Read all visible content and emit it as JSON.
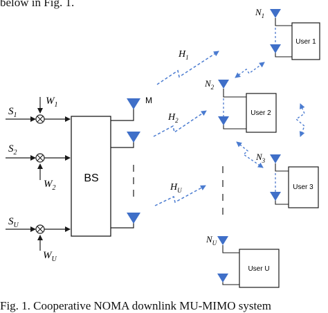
{
  "top_text": "below in Fig. 1.",
  "caption": "Fig. 1. Cooperative NOMA downlink MU-MIMO system",
  "base_station": {
    "label": "BS"
  },
  "inputs": [
    {
      "signal": "S",
      "signal_sub": "1",
      "weight": "W",
      "weight_sub": "1"
    },
    {
      "signal": "S",
      "signal_sub": "2",
      "weight": "W",
      "weight_sub": "2"
    },
    {
      "signal": "S",
      "signal_sub": "U",
      "weight": "W",
      "weight_sub": "U"
    }
  ],
  "bs_antenna_label": "M",
  "channels": [
    {
      "label": "H",
      "sub": "1"
    },
    {
      "label": "H",
      "sub": "2"
    },
    {
      "label": "H",
      "sub": "U"
    }
  ],
  "users": [
    {
      "label": "User 1",
      "antenna": "N",
      "antenna_sub": "1"
    },
    {
      "label": "User 2",
      "antenna": "N",
      "antenna_sub": "2"
    },
    {
      "label": "User 3",
      "antenna": "N",
      "antenna_sub": "3"
    },
    {
      "label": "User U",
      "antenna": "N",
      "antenna_sub": "U"
    }
  ],
  "colors": {
    "antenna": "#3f6fc8",
    "link": "#4a7bd0",
    "line": "#1a1a1a"
  }
}
